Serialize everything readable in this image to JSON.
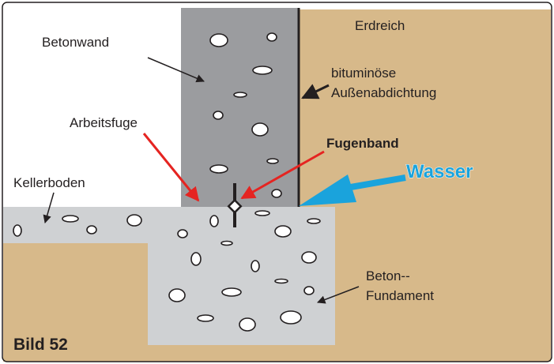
{
  "labels": {
    "betonwand": "Betonwand",
    "erdreich": "Erdreich",
    "abdichtung_line1": "bituminöse",
    "abdichtung_line2": "Außenabdichtung",
    "arbeitsfuge": "Arbeitsfuge",
    "fugenband": "Fugenband",
    "wasser": "Wasser",
    "kellerboden": "Kellerboden",
    "fundament_line1": "Beton--",
    "fundament_line2": "Fundament",
    "figure_number": "Bild 52"
  },
  "colors": {
    "soil": "#d7b98a",
    "wall": "#9b9c9f",
    "floor": "#cfd1d3",
    "outline": "#231f20",
    "water_arrow": "#1aa3dc",
    "red_arrow": "#e52421"
  }
}
